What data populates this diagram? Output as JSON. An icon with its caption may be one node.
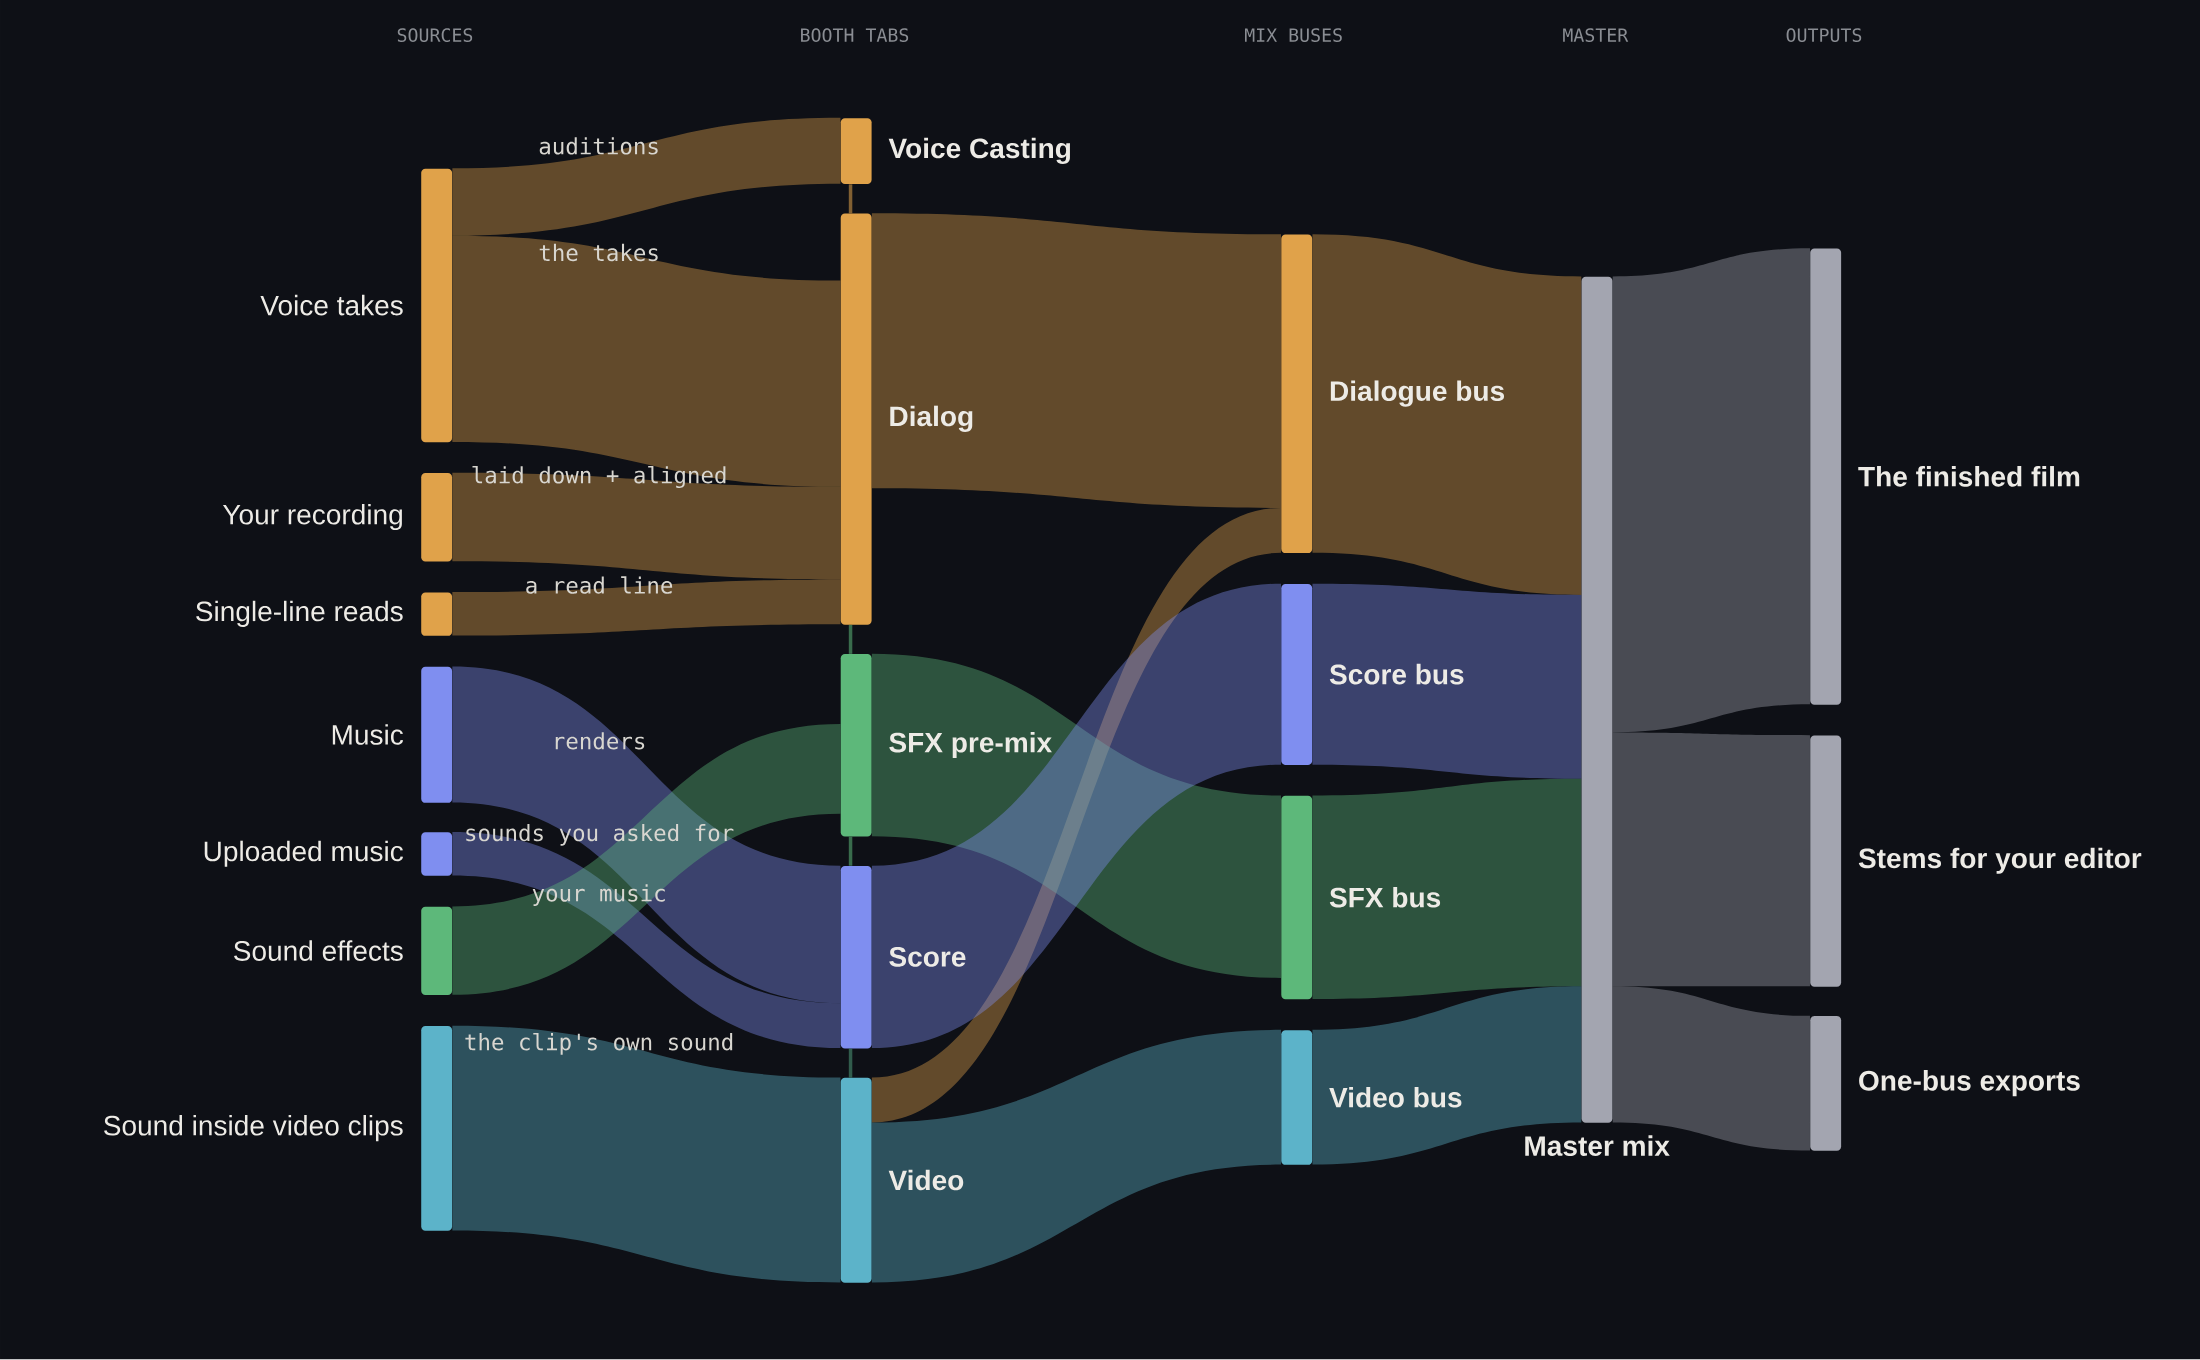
{
  "diagram": {
    "nodes": [
      {
        "text": [
          "Voice takes"
        ]
      },
      {
        "text": [
          "Your recording"
        ]
      },
      {
        "text": [
          "Single-line reads"
        ]
      },
      {
        "text": [
          "Music"
        ]
      },
      {
        "text": [
          "Uploaded music"
        ]
      },
      {
        "text": [
          "Sound effects"
        ]
      },
      {
        "text": [
          "Sound inside video clips"
        ]
      },
      {
        "text": [
          "Voice Casting"
        ]
      },
      {
        "text": [
          "Dialog"
        ]
      },
      {
        "text": [
          "SFX pre-mix"
        ]
      },
      {
        "text": [
          "Score"
        ]
      },
      {
        "text": [
          "Video"
        ]
      },
      {
        "text": [
          "Dialogue bus"
        ]
      },
      {
        "text": [
          "Score bus"
        ]
      },
      {
        "text": [
          "SFX bus"
        ]
      },
      {
        "text": [
          "Video bus"
        ]
      },
      {
        "text": [
          "Master mix"
        ]
      },
      {
        "text": [
          "The finished film"
        ]
      },
      {
        "text": [
          "Stems for your editor"
        ]
      },
      {
        "text": [
          "One-bus exports"
        ]
      }
    ],
    "edges": [
      {
        "from": 0,
        "to": 7,
        "arrow": "none",
        "label": "auditions",
        "color": "#e0a24a"
      },
      {
        "from": 0,
        "to": 8,
        "arrow": "none",
        "label": "the takes",
        "color": "#e0a24a"
      },
      {
        "from": 1,
        "to": 8,
        "arrow": "none",
        "label": "laid down + aligned",
        "color": "#e0a24a"
      },
      {
        "from": 2,
        "to": 8,
        "arrow": "none",
        "label": "a read line",
        "color": "#e0a24a"
      },
      {
        "from": 3,
        "to": 10,
        "arrow": "none",
        "label": "renders",
        "color": "#7f8ef0"
      },
      {
        "from": 4,
        "to": 10,
        "arrow": "none",
        "label": "your music",
        "color": "#7f8ef0"
      },
      {
        "from": 5,
        "to": 9,
        "arrow": "none",
        "label": "sounds you asked for",
        "color": "#5db87a"
      },
      {
        "from": 6,
        "to": 11,
        "arrow": "none",
        "label": "the clip's own sound",
        "color": "#5cb3c9"
      },
      {
        "from": 7,
        "to": 8,
        "arrow": "none",
        "color": "#e0a24a"
      },
      {
        "from": 8,
        "to": 9,
        "arrow": "none",
        "color": "#5db87a"
      },
      {
        "from": 9,
        "to": 10,
        "arrow": "none",
        "color": "#5db87a"
      },
      {
        "from": 10,
        "to": 11,
        "arrow": "none",
        "color": "#4f9a7a"
      },
      {
        "from": 8,
        "to": 12,
        "arrow": "none",
        "color": "#e0a24a"
      },
      {
        "from": 11,
        "to": 12,
        "arrow": "none",
        "color": "#e0a24a"
      },
      {
        "from": 9,
        "to": 14,
        "arrow": "none",
        "color": "#5db87a"
      },
      {
        "from": 10,
        "to": 13,
        "arrow": "none",
        "color": "#7f8ef0"
      },
      {
        "from": 11,
        "to": 15,
        "arrow": "none",
        "color": "#5cb3c9"
      },
      {
        "from": 12,
        "to": 16,
        "arrow": "none",
        "color": "#e0a24a"
      },
      {
        "from": 13,
        "to": 16,
        "arrow": "none",
        "color": "#7f8ef0"
      },
      {
        "from": 14,
        "to": 16,
        "arrow": "none",
        "color": "#5db87a"
      },
      {
        "from": 15,
        "to": 16,
        "arrow": "none",
        "color": "#5cb3c9"
      },
      {
        "from": 16,
        "to": 17,
        "arrow": "none",
        "color": "#a3a5b0"
      },
      {
        "from": 16,
        "to": 18,
        "arrow": "none",
        "color": "#a3a5b0"
      },
      {
        "from": 16,
        "to": 19,
        "arrow": "none",
        "color": "#a3a5b0"
      }
    ],
    "labels": [
      "SOURCES",
      "BOOTH TABS",
      "MIX BUSES",
      "MASTER",
      "OUTPUTS"
    ]
  }
}
